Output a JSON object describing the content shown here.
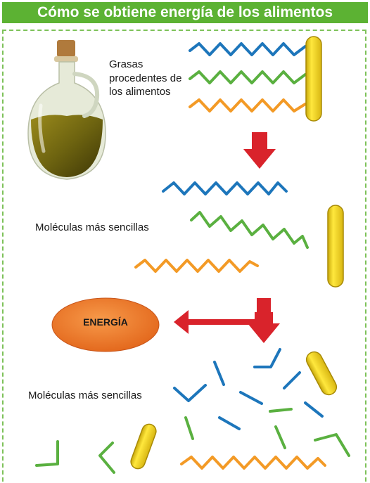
{
  "title": "Cómo se obtiene energía de los alimentos",
  "labels": {
    "fats": "Grasas procedentes de los alimentos",
    "simpler_molecules_1": "Moléculas más sencillas",
    "simpler_molecules_2": "Moléculas más sencillas",
    "energy": "ENERGÍA"
  },
  "colors": {
    "title_bar": "#5cb233",
    "chain_blue": "#1d76bb",
    "chain_green": "#5ab040",
    "chain_orange": "#f39a26",
    "glycerol_yellow": "#f2d21c",
    "arrow_red": "#d9232b",
    "energy_orange": "#f07a1e"
  },
  "icons": [
    "oil-bottle-icon",
    "down-arrow-icon",
    "curved-arrow-icon"
  ]
}
